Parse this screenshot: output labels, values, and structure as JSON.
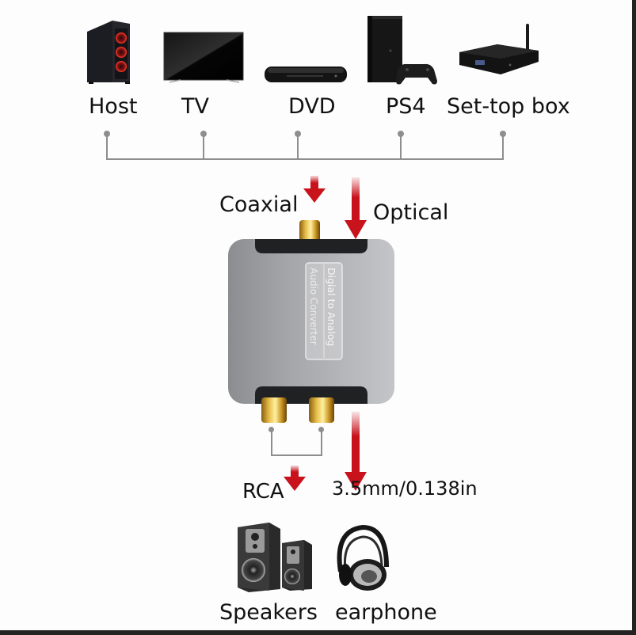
{
  "sources": [
    {
      "id": "host",
      "label": "Host",
      "icon": "pc-tower-icon"
    },
    {
      "id": "tv",
      "label": "TV",
      "icon": "tv-icon"
    },
    {
      "id": "dvd",
      "label": "DVD",
      "icon": "dvd-player-icon"
    },
    {
      "id": "ps4",
      "label": "PS4",
      "icon": "game-console-icon"
    },
    {
      "id": "settop",
      "label": "Set-top box",
      "icon": "set-top-box-icon"
    }
  ],
  "inputs": {
    "coaxial": "Coaxial",
    "optical": "Optical"
  },
  "device": {
    "label_line1": "Digial to Analog",
    "label_line2": "Audio Converter"
  },
  "outputs": {
    "rca": "RCA",
    "jack": "3.5mm/0.138in"
  },
  "destinations": [
    {
      "id": "speakers",
      "label": "Speakers",
      "icon": "speakers-icon"
    },
    {
      "id": "earphone",
      "label": "earphone",
      "icon": "headphones-icon"
    }
  ],
  "colors": {
    "arrow": "#c8121c",
    "bus": "#8e8e8e",
    "device_body": "#9a9b9e",
    "gold": "#d4a52a"
  }
}
